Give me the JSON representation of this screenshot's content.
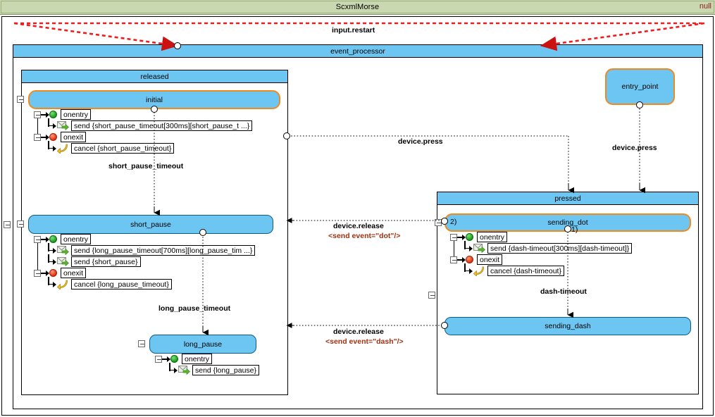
{
  "window": {
    "title": "ScxmlMorse",
    "right_label": "null"
  },
  "machine": {
    "root_state": "event_processor",
    "entry_point": "entry_point"
  },
  "regions": [
    {
      "name": "released"
    },
    {
      "name": "pressed"
    }
  ],
  "states": {
    "initial": {
      "label": "initial",
      "highlighted": true,
      "onentry_label": "onentry",
      "onentry_actions": [
        "send {short_pause_timeout[300ms][short_pause_t ...}"
      ],
      "onexit_label": "onexit",
      "onexit_actions": [
        "cancel {short_pause_timeout}"
      ]
    },
    "short_pause": {
      "label": "short_pause",
      "highlighted": false,
      "onentry_label": "onentry",
      "onentry_actions": [
        "send {long_pause_timeout[700ms][long_pause_tim ...}",
        "send {short_pause}"
      ],
      "onexit_label": "onexit",
      "onexit_actions": [
        "cancel {long_pause_timeout}"
      ]
    },
    "long_pause": {
      "label": "long_pause",
      "highlighted": false,
      "onentry_label": "onentry",
      "onentry_actions": [
        "send {long_pause}"
      ],
      "onexit_label": "",
      "onexit_actions": []
    },
    "sending_dot": {
      "label": "sending_dot",
      "highlighted": true,
      "badge_left": "2)",
      "badge_right": "1)",
      "onentry_label": "onentry",
      "onentry_actions": [
        "send {dash-timeout[300ms][dash-timeout]}"
      ],
      "onexit_label": "onexit",
      "onexit_actions": [
        "cancel {dash-timeout}"
      ]
    },
    "sending_dash": {
      "label": "sending_dash",
      "highlighted": false
    }
  },
  "transitions": [
    {
      "id": "restart",
      "label": "input.restart",
      "action": "",
      "style": "dashed-red"
    },
    {
      "id": "short-to-pause",
      "label": "short_pause_timeout",
      "action": "",
      "style": "dotted"
    },
    {
      "id": "long-to-pause",
      "label": "long_pause_timeout",
      "action": "",
      "style": "dotted"
    },
    {
      "id": "press-left",
      "label": "device.press",
      "action": "",
      "style": "dotted"
    },
    {
      "id": "press-entry",
      "label": "device.press",
      "action": "",
      "style": "dotted"
    },
    {
      "id": "release-dot",
      "label": "device.release",
      "action": "<send event=\"dot\"/>",
      "style": "dotted"
    },
    {
      "id": "release-dash",
      "label": "device.release",
      "action": "<send event=\"dash\"/>",
      "style": "dotted"
    },
    {
      "id": "dash-timeout",
      "label": "dash-timeout",
      "action": "",
      "style": "dotted"
    }
  ],
  "colors": {
    "titlebar_bg": "#c9d8b0",
    "state_fill": "#6dc5f2",
    "highlight_border": "#f08a1e",
    "restart_edge": "#ee1c1c",
    "action_text": "#a03010"
  }
}
